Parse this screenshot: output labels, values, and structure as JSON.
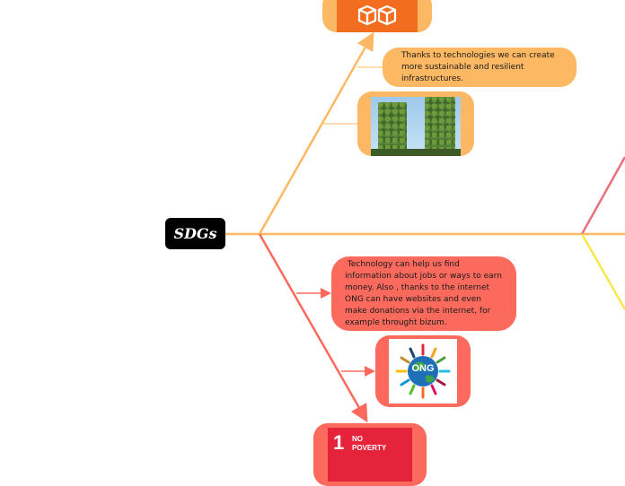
{
  "root": {
    "label": "SDGs"
  },
  "branches": {
    "infrastructure": {
      "color": "#fcb862",
      "text": "Thanks to technologies we can create more sustainable and resilient infrastructures.",
      "icon": "cube-icon",
      "image": "vertical-forest-building-photo"
    },
    "poverty": {
      "color": "#fc6a5e",
      "text": " Technology can help us find information about jobs or ways to earn money. Also , thanks to the internet ONG can have websites and even make donations via the internet, for example throught bizum.",
      "ong_logo": {
        "label": "ONG",
        "icon": "globe-icon"
      },
      "sdg_tile": {
        "number": "1",
        "words": "NO POVERTY",
        "color": "#e5243b"
      }
    }
  },
  "colors": {
    "main_axis": "#fcb862",
    "upper_right_line": "#e8707a",
    "lower_right_line": "#f7e84a"
  }
}
